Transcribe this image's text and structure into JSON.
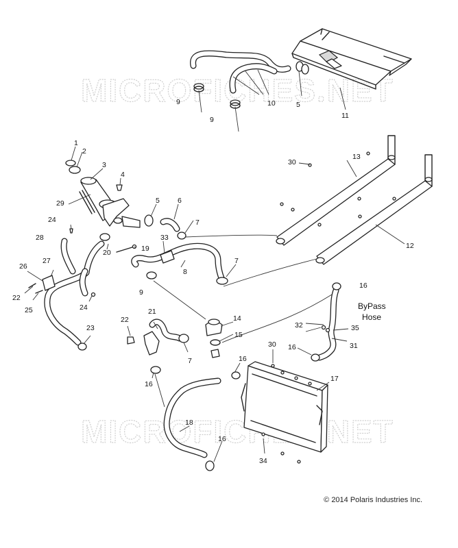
{
  "watermark": {
    "text": "MICROFICHES.NET"
  },
  "callouts": {
    "c1": "1",
    "c2": "2",
    "c3": "3",
    "c4": "4",
    "c5a": "5",
    "c5b": "5",
    "c6": "6",
    "c7a": "7",
    "c7b": "7",
    "c7c": "7",
    "c8": "8",
    "c9a": "9",
    "c9b": "9",
    "c9c": "9",
    "c10": "10",
    "c11": "11",
    "c12": "12",
    "c13": "13",
    "c14": "14",
    "c15": "15",
    "c16a": "16",
    "c16b": "16",
    "c16c": "16",
    "c16d": "16",
    "c16e": "16",
    "c17": "17",
    "c18": "18",
    "c19": "19",
    "c20": "20",
    "c21": "21",
    "c22a": "22",
    "c22b": "22",
    "c23": "23",
    "c24a": "24",
    "c24b": "24",
    "c25": "25",
    "c26": "26",
    "c27": "27",
    "c28": "28",
    "c29": "29",
    "c30a": "30",
    "c30b": "30",
    "c31": "31",
    "c32": "32",
    "c33": "33",
    "c34": "34",
    "c35": "35"
  },
  "notes": {
    "bypass_line1": "ByPass",
    "bypass_line2": "Hose"
  },
  "copyright": "© 2014 Polaris Industries Inc."
}
